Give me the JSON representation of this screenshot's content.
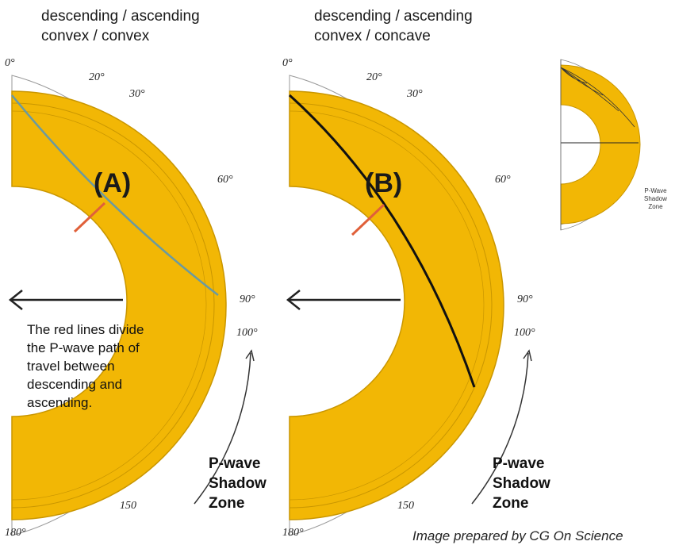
{
  "panels": [
    {
      "id": "A",
      "caption_line1": "descending / ascending",
      "caption_line2": "convex / convex",
      "label": "(A)",
      "note": [
        "The red lines divide",
        "the P-wave path of",
        "travel between",
        "descending and",
        "ascending."
      ],
      "shadow_zone": [
        "P-wave",
        "Shadow",
        "Zone"
      ],
      "ray_color": "#6b9aa0"
    },
    {
      "id": "B",
      "caption_line1": "descending / ascending",
      "caption_line2": "convex / concave",
      "label": "(B)",
      "shadow_zone": [
        "P-wave",
        "Shadow",
        "Zone"
      ],
      "ray_color": "#111111"
    }
  ],
  "degree_labels": {
    "d0": "0°",
    "d20": "20°",
    "d30": "30°",
    "d60": "60°",
    "d90": "90°",
    "d100": "100°",
    "d150": "150",
    "d180": "180°"
  },
  "inset_labels": [
    "P-Wave",
    "Shadow",
    "Zone"
  ],
  "credit": "Image prepared by CG On Science",
  "colors": {
    "mantle": "#f2b705",
    "mantle_edge": "#c99600",
    "ray_divider": "#e0603a",
    "scale_ring": "#ffffff"
  }
}
